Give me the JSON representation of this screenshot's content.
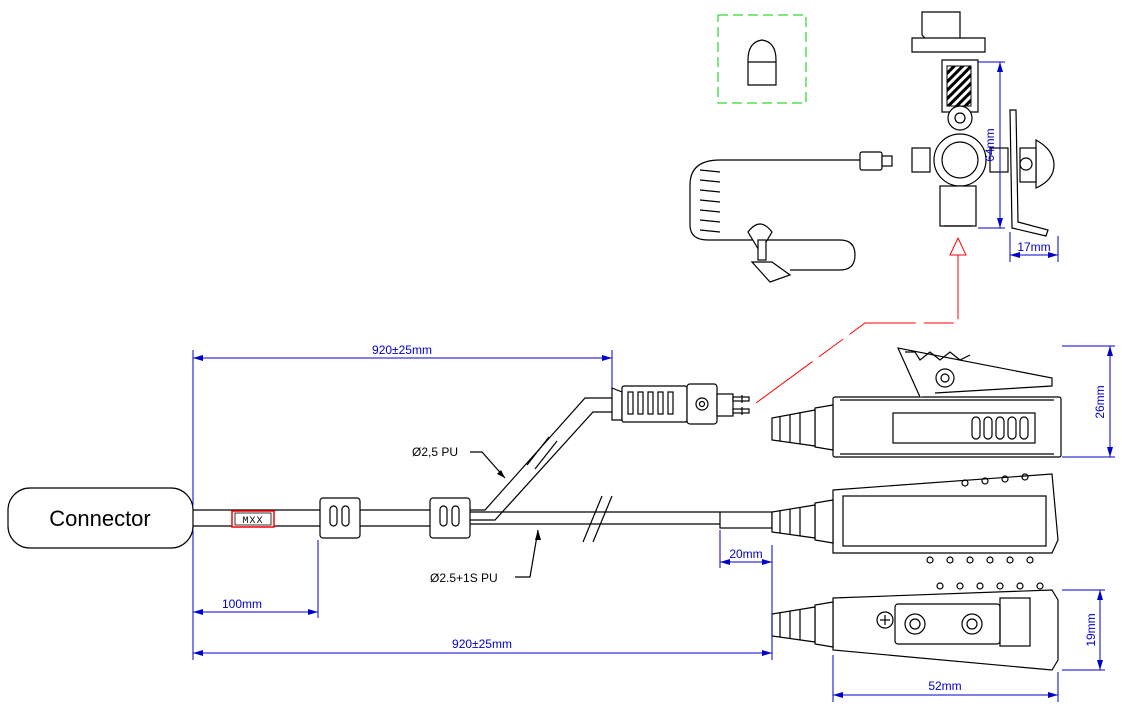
{
  "connector": {
    "label": "Connector"
  },
  "mxx_label": "MXX",
  "dimensions": {
    "cable_top_length": "920±25mm",
    "cable_bottom_length": "920±25mm",
    "split_offset": "100mm",
    "plug_length": "20mm",
    "ptt_height": "26mm",
    "ptt_thickness": "19mm",
    "ptt_width": "52mm",
    "mic_height": "64mm",
    "mic_depth": "17mm"
  },
  "cable_labels": {
    "upper": "Ø2,5 PU",
    "lower": "Ø2.5+1S PU"
  },
  "colors": {
    "dimension": "#0000cc",
    "leader": "#ff0000",
    "label_box": "#ff0000",
    "eartip_frame": "#00cc00"
  }
}
